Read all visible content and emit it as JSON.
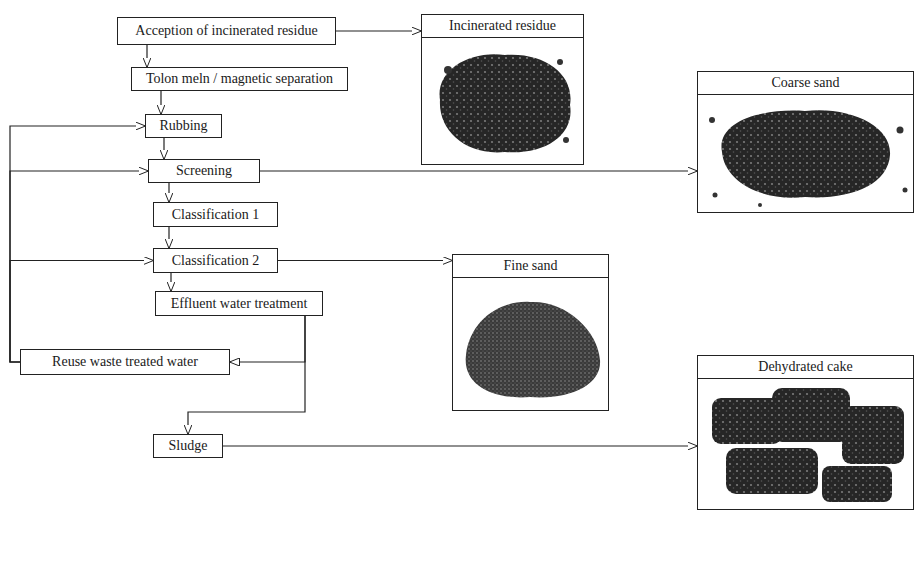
{
  "diagram": {
    "nodes": [
      {
        "text": [
          "Acception of incinerated residue"
        ]
      },
      {
        "text": [
          "Incinerated residue"
        ]
      },
      {
        "text": [
          "Tolon meln / magnetic separation"
        ]
      },
      {
        "text": [
          "Coarse sand"
        ]
      },
      {
        "text": [
          "Rubbing"
        ]
      },
      {
        "text": [
          "Screening"
        ]
      },
      {
        "text": [
          "Classification 1"
        ]
      },
      {
        "text": [
          "Classification 2"
        ]
      },
      {
        "text": [
          "Fine sand"
        ]
      },
      {
        "text": [
          "Effluent water treatment"
        ]
      },
      {
        "text": [
          "Reuse waste treated water"
        ]
      },
      {
        "text": [
          "Dehydrated cake"
        ]
      },
      {
        "text": [
          "Sludge"
        ]
      }
    ],
    "edges": [
      {
        "from": 0,
        "to": 1,
        "arrow": "to"
      },
      {
        "from": 0,
        "to": 2,
        "arrow": "to"
      },
      {
        "from": 2,
        "to": 4,
        "arrow": "to"
      },
      {
        "from": 4,
        "to": 5,
        "arrow": "to"
      },
      {
        "from": 5,
        "to": 3,
        "arrow": "to"
      },
      {
        "from": 5,
        "to": 6,
        "arrow": "to"
      },
      {
        "from": 6,
        "to": 7,
        "arrow": "to"
      },
      {
        "from": 7,
        "to": 8,
        "arrow": "to"
      },
      {
        "from": 7,
        "to": 9,
        "arrow": "to"
      },
      {
        "from": 9,
        "to": 10,
        "arrow": "to"
      },
      {
        "from": 9,
        "to": 12,
        "arrow": "to"
      },
      {
        "from": 12,
        "to": 11,
        "arrow": "to"
      },
      {
        "from": 10,
        "to": 4,
        "arrow": "to"
      },
      {
        "from": 10,
        "to": 5,
        "arrow": "to"
      },
      {
        "from": 10,
        "to": 7,
        "arrow": "to"
      }
    ]
  }
}
